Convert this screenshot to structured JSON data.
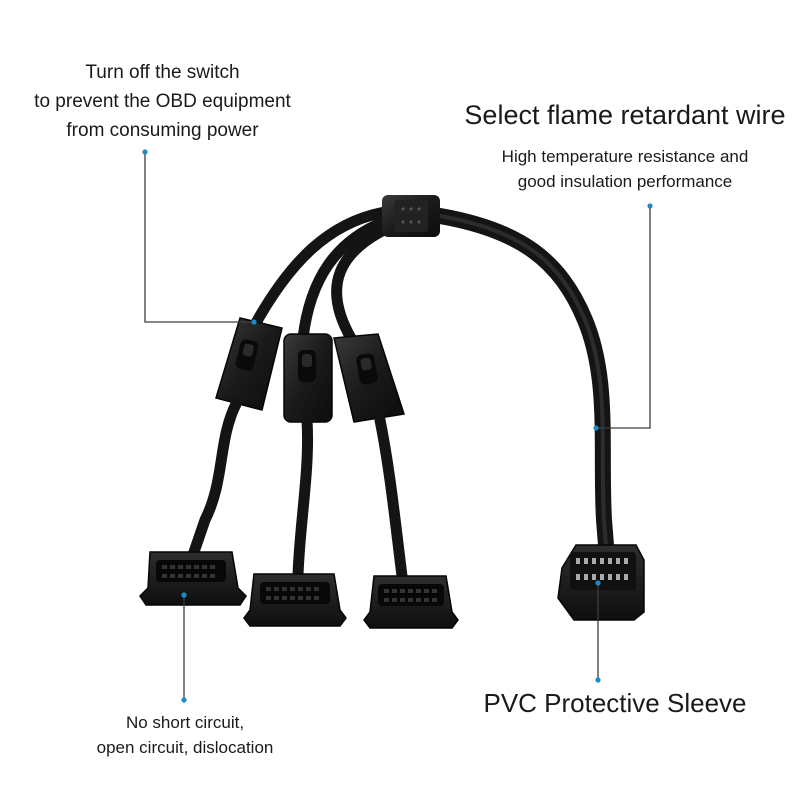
{
  "scene": "black OBD-II Y splitter cable with one male plug, three female sockets and three inline rocker switches",
  "colors": {
    "background": "#ffffff",
    "cable": "#141414",
    "leader_line": "#3d3d3d",
    "leader_dot": "#1e88c8"
  },
  "callouts": {
    "switch_note": {
      "lines": [
        "Turn off the switch",
        "to prevent the OBD equipment",
        "from consuming power"
      ]
    },
    "wire_title": "Select flame retardant wire",
    "wire_sub": {
      "lines": [
        "High temperature resistance and",
        "good insulation performance"
      ]
    },
    "sleeve": "PVC Protective Sleeve",
    "circuit": {
      "lines": [
        "No short circuit,",
        "open circuit, dislocation"
      ]
    }
  }
}
